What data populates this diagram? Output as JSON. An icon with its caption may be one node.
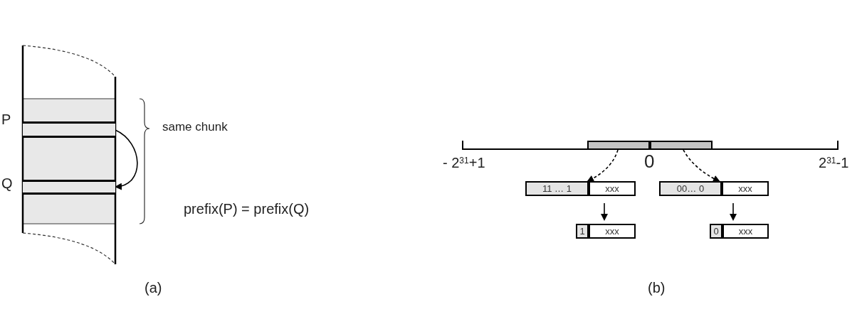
{
  "diagram": {
    "nodes": [
      {
        "text": [],
        "shape": "box",
        "beside": [
          "P"
        ]
      },
      {
        "text": [],
        "shape": "box",
        "beside": [
          "Q"
        ]
      },
      {
        "text": [],
        "shape": "bar"
      },
      {
        "text": [],
        "shape": "bar"
      },
      {
        "text": [
          "11 … 1"
        ]
      },
      {
        "text": [
          "xxx"
        ]
      },
      {
        "text": [
          "00… 0"
        ]
      },
      {
        "text": [
          "xxx"
        ]
      },
      {
        "text": [
          "1"
        ]
      },
      {
        "text": [
          "xxx"
        ]
      },
      {
        "text": [
          "0"
        ]
      },
      {
        "text": [
          "xxx"
        ]
      }
    ],
    "edges": [
      {
        "from": 0,
        "to": 1,
        "arrow": "to"
      },
      {
        "from": 2,
        "to": 4,
        "arrow": "to",
        "style": "dashed"
      },
      {
        "from": 3,
        "to": 6,
        "arrow": "to",
        "style": "dashed"
      },
      {
        "from": 5,
        "to": 9,
        "arrow": "to"
      },
      {
        "from": 7,
        "to": 11,
        "arrow": "to"
      }
    ],
    "labels": [
      "same chunk",
      "prefix(P) = prefix(Q)",
      "- 2$^{31}$+1",
      "0",
      "2$^{31}$-1",
      "(a)",
      "(b)"
    ]
  }
}
